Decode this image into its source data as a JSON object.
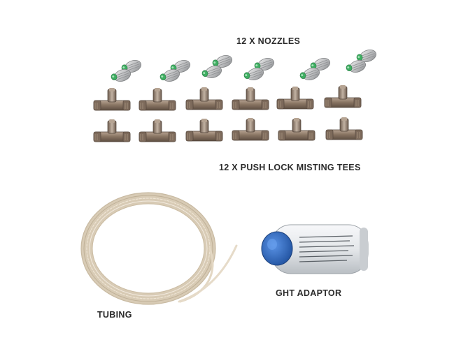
{
  "labels": {
    "nozzles": "12 X NOZZLES",
    "tees": "12 X PUSH LOCK MISTING TEES",
    "tubing": "TUBING",
    "ght": "GHT ADAPTOR"
  },
  "colors": {
    "background": "#ffffff",
    "label_text": "#2b2b2b",
    "brass": "#8a7664",
    "brass_dark": "#5e4e42",
    "nozzle_silver": "#c9cacb",
    "nozzle_tip_green": "#3fae62",
    "tubing_beige": "#e3d7c3",
    "adaptor_cap_blue": "#2f6fcb",
    "adaptor_body": "#e9ecef"
  }
}
